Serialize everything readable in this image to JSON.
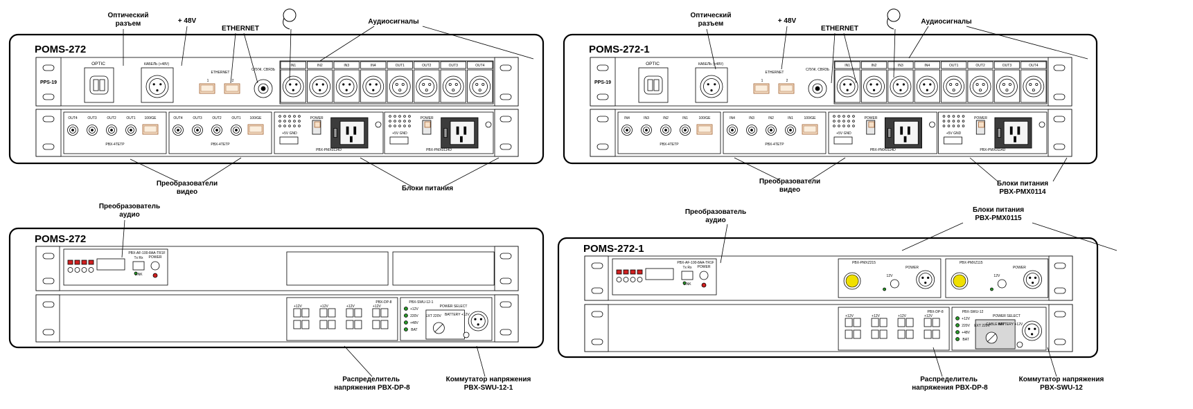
{
  "panels": [
    {
      "title": "POMS-272",
      "pps_label": "PPS-19",
      "optic_label": "OPTIC",
      "cable_label": "КАБЕЛЬ (+48V)",
      "ethernet_label": "ETHERNET",
      "eth_ports": [
        "1",
        "2"
      ],
      "serv_label": "СЛУЖ. СВЯЗЬ",
      "inputs": [
        "IN1",
        "IN2",
        "IN3",
        "IN4"
      ],
      "outputs": [
        "OUT1",
        "OUT2",
        "OUT3",
        "OUT4"
      ],
      "video_a_ports": [
        "OUT4",
        "OUT3",
        "OUT2",
        "OUT1",
        "100/GE"
      ],
      "video_a_name": "PBX-4TETP",
      "video_b_ports": [
        "OUT4",
        "OUT3",
        "OUT2",
        "OUT1",
        "100/GE"
      ],
      "video_b_name": "PBX-4TETP",
      "psu_a_name": "PBX-PMX0114D",
      "psu_b_name": "PBX-PMX0114D",
      "psu_volt": "+5V   GND",
      "power_label": "POWER"
    },
    {
      "title": "POMS-272-1",
      "pps_label": "PPS-19",
      "optic_label": "OPTIC",
      "cable_label": "КАБЕЛЬ (+48V)",
      "ethernet_label": "ETHERNET",
      "eth_ports": [
        "1",
        "2"
      ],
      "serv_label": "СЛУЖ. СВЯЗЬ",
      "inputs": [
        "IN1",
        "IN2",
        "IN3",
        "IN4"
      ],
      "outputs": [
        "OUT1",
        "OUT2",
        "OUT3",
        "OUT4"
      ],
      "video_a_ports": [
        "IN4",
        "IN3",
        "IN2",
        "IN1",
        "100/GE"
      ],
      "video_a_name": "PBX-4TETP",
      "video_b_ports": [
        "IN4",
        "IN3",
        "IN2",
        "IN1",
        "100/GE"
      ],
      "video_b_name": "PBX-4TETP",
      "psu_a_name": "PBX-PMX0114D",
      "psu_b_name": "PBX-PMX0114D",
      "psu_volt": "+5V   GND",
      "power_label": "POWER"
    },
    {
      "title": "POMS-272",
      "audio_conv_name": "PBX-AF-100-8AA-TR1F",
      "txrx": "Tx  Rx",
      "link_label": "LINK",
      "power_label": "POWER",
      "dp_name": "PBX-DP-8",
      "dp_volts": [
        "+12V",
        "+12V",
        "+12V",
        "+12V"
      ],
      "swu_name": "PBX-SWU-12-1",
      "swu_leds": [
        "+12V",
        "220V",
        "+48V",
        "BAT"
      ],
      "power_select": "POWER SELECT",
      "ext_label": "EXT 220V",
      "battery_label": "BATTERY +12V"
    },
    {
      "title": "POMS-272-1",
      "audio_conv_name": "PBX-AF-100-8AA-TR1F",
      "txrx": "Tx  Rx",
      "link_label": "LINK",
      "power_label": "POWER",
      "psu1_name": "PBX-PMXZ215",
      "psu2_name": "PBX-PMXZ115",
      "psu_volt": "12V",
      "dp_name": "PBX-DP-8",
      "dp_volts": [
        "+12V",
        "+12V",
        "+12V",
        "+12V"
      ],
      "swu_name": "PBX-SWU-12",
      "swu_leds": [
        "+12V",
        "220V",
        "+48V",
        "BAT"
      ],
      "power_select": "POWER SELECT",
      "ext_label": "EXT 220V",
      "cable_label": "CABLE 48V",
      "battery_label": "BATTERY +12V"
    }
  ],
  "callouts": {
    "optic": "Оптический разъем",
    "v48": "+ 48V",
    "ethernet": "ETHERNET",
    "audio_signals": "Аудиосигналы",
    "video_conv": "Преобразователи видео",
    "psu": "Блоки питания",
    "psu_r1": "Блоки питания PBX-PMX0114",
    "audio_conv": "Преобразователь аудио",
    "psu_r2": "Блоки питания PBX-PMX0115",
    "dp": "Распределитель  напряжения PBX-DP-8",
    "swu_l": "Коммутатор напряжения PBX-SWU-12-1",
    "swu_r": "Коммутатор напряжения PBX-SWU-12"
  }
}
